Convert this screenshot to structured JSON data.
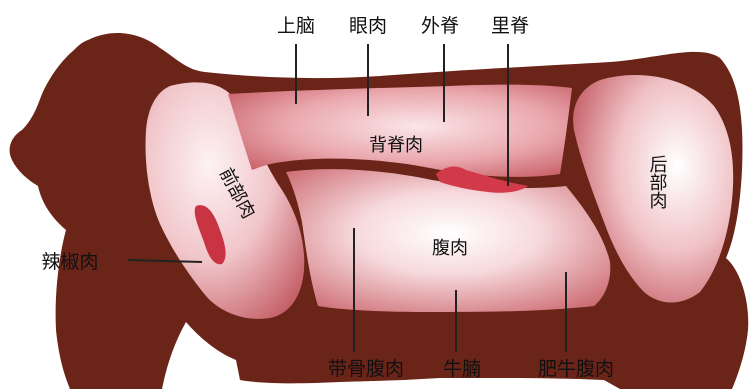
{
  "labels": {
    "upper_brisket": "上脑",
    "eye_of_round": "眼肉",
    "striploin": "外脊",
    "tenderloin": "里脊",
    "back": "背脊肉",
    "chuck": "前部肉",
    "rump": "后部肉",
    "belly": "腹肉",
    "chili_meat": "辣椒肉",
    "short_rib": "带骨腹肉",
    "brisket": "牛腩",
    "fatty_belly": "肥牛腹肉"
  },
  "colors": {
    "hide": "#6b2418",
    "cut": "#c25a5f",
    "cut_light": "#fbe8ea",
    "tenderloin": "#d23a4a",
    "chili_meat": "#c83442",
    "line": "#222222",
    "background": "#ffffff"
  }
}
